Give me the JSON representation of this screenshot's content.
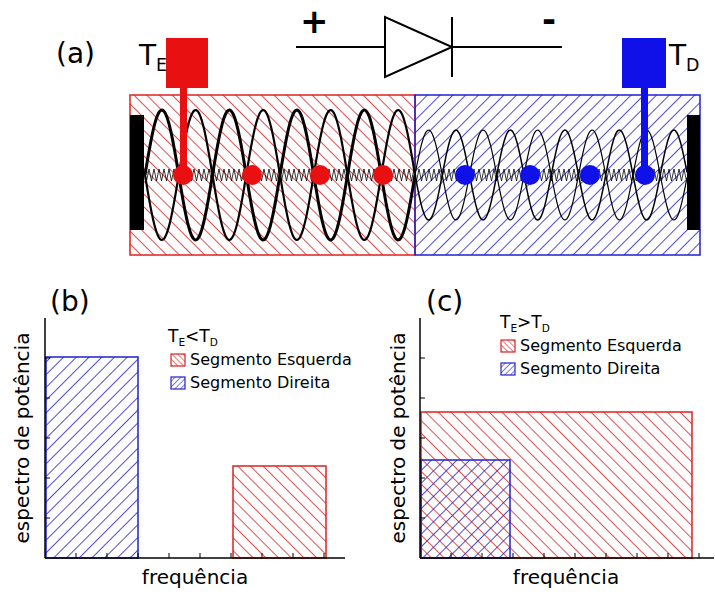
{
  "diagram": {
    "labels": [
      "(a)",
      "T",
      "E",
      "+",
      "-",
      "T",
      "D",
      "(b)",
      "espectro de potência",
      "T",
      "E",
      "<T",
      "D",
      "frequência",
      "(c)",
      "espectro de potência",
      "T",
      "E",
      ">T",
      "D",
      "frequência"
    ],
    "legend": [
      {
        "text": "Segmento Esquerda",
        "color": "#e02020"
      },
      {
        "text": "Segmento Direita",
        "color": "#2020d0"
      },
      {
        "text": "Segmento Esquerda",
        "color": "#e02020"
      },
      {
        "text": "Segmento Direita",
        "color": "#2020d0"
      }
    ]
  }
}
